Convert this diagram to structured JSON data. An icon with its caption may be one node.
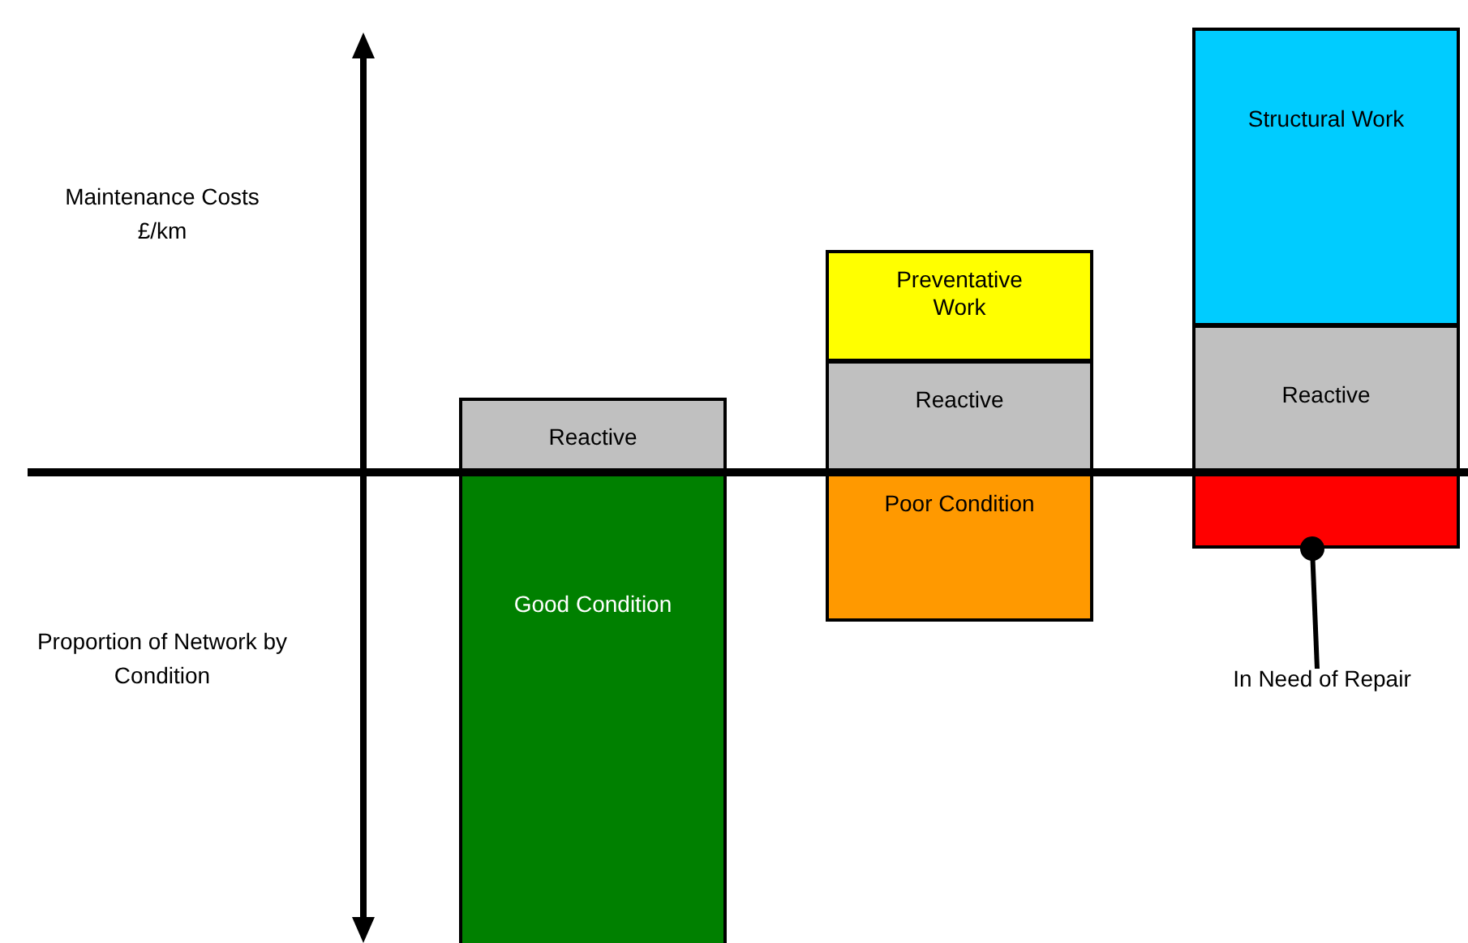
{
  "diagram": {
    "nodes": [
      {
        "text": [
          "Reactive"
        ]
      },
      {
        "text": [
          "Good Condition"
        ]
      },
      {
        "text": [
          "Preventative Work"
        ]
      },
      {
        "text": [
          "Reactive"
        ]
      },
      {
        "text": [
          "Poor Condition"
        ]
      },
      {
        "text": [
          "Structural Work"
        ]
      },
      {
        "text": [
          "Reactive"
        ]
      },
      {
        "text": [],
        "shape": "bar"
      },
      {
        "text": [
          "In Need of Repair"
        ]
      }
    ],
    "edges": [
      {
        "from": 8,
        "to": 7,
        "arrow": "other"
      }
    ],
    "labels": [
      "Maintenance Costs £/km",
      "Proportion of Network by Condition"
    ]
  }
}
